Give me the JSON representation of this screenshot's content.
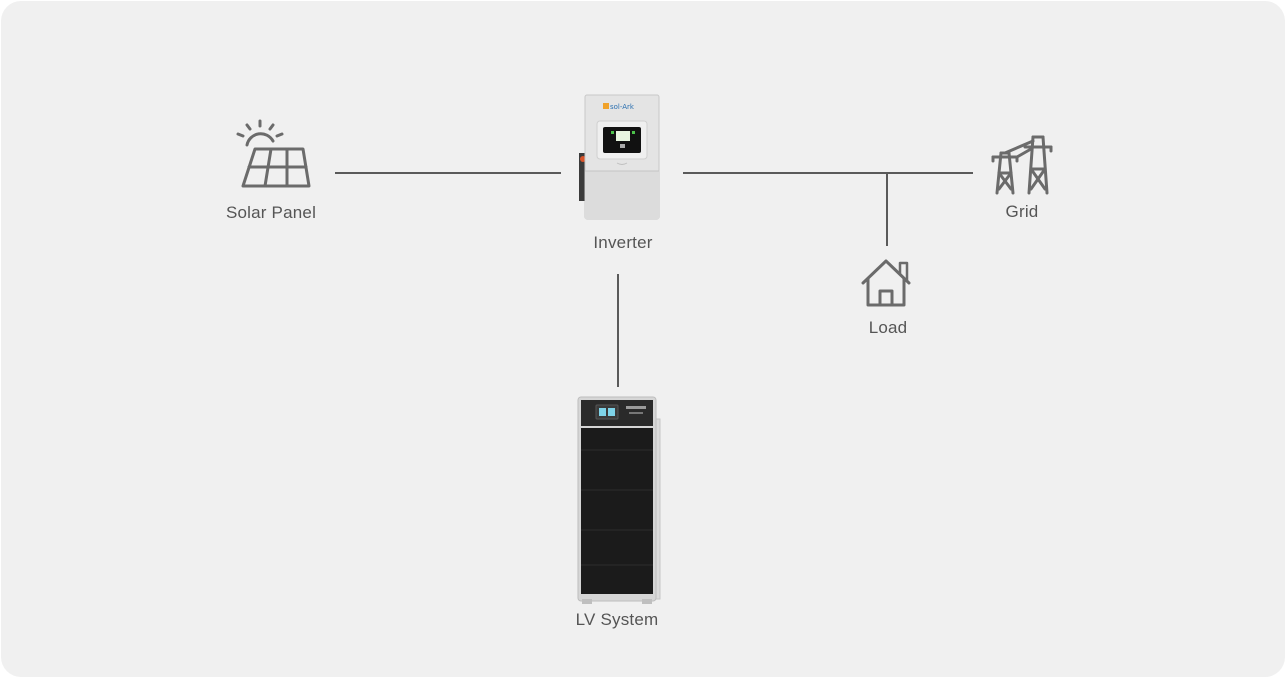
{
  "diagram": {
    "nodes": {
      "solar_panel": {
        "label": "Solar Panel",
        "icon": "solar-panel-icon"
      },
      "inverter": {
        "label": "Inverter",
        "icon": "inverter-image",
        "brand": "sol-Ark"
      },
      "grid": {
        "label": "Grid",
        "icon": "power-tower-icon"
      },
      "load": {
        "label": "Load",
        "icon": "house-icon"
      },
      "lv_system": {
        "label": "LV System",
        "icon": "battery-cabinet-image"
      }
    },
    "colors": {
      "background": "#f0f0f0",
      "line": "#5a5a5a",
      "icon": "#6b6b6b",
      "text": "#555555"
    }
  }
}
